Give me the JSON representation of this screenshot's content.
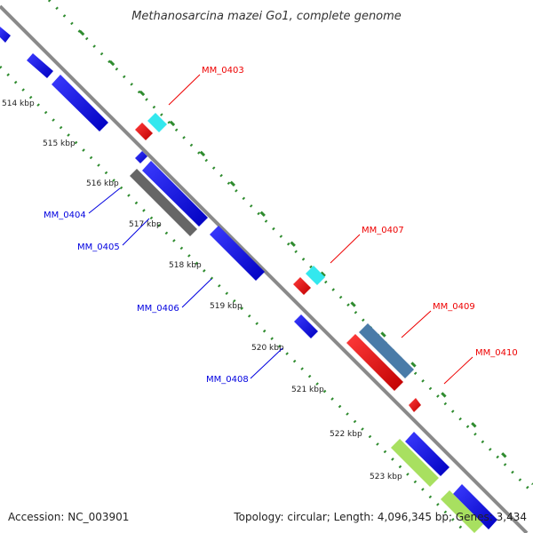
{
  "title": "Methanosarcina mazei Go1, complete genome",
  "footer": {
    "accession": "Accession: NC_003901",
    "topology": "Topology: circular; Length: 4,096,345 bp; Genes: 3,434"
  },
  "ticks": [
    "514 kbp",
    "515 kbp",
    "516 kbp",
    "517 kbp",
    "518 kbp",
    "519 kbp",
    "520 kbp",
    "521 kbp",
    "522 kbp",
    "523 kbp"
  ],
  "labels": {
    "mm0403": "MM_0403",
    "mm0404": "MM_0404",
    "mm0405": "MM_0405",
    "mm0406": "MM_0406",
    "mm0407": "MM_0407",
    "mm0408": "MM_0408",
    "mm0409": "MM_0409",
    "mm0410": "MM_0410"
  },
  "colors": {
    "backbone": "#8a8a8a",
    "reverse_gene": "#0000e0",
    "forward_gene": "#ee0000",
    "cyan_gene": "#33e8ee",
    "gray_gene": "#666666",
    "steelblue_gene": "#4a7ba8",
    "lightgreen_gene": "#a8e060",
    "track_dots": "#2e8b2e"
  }
}
